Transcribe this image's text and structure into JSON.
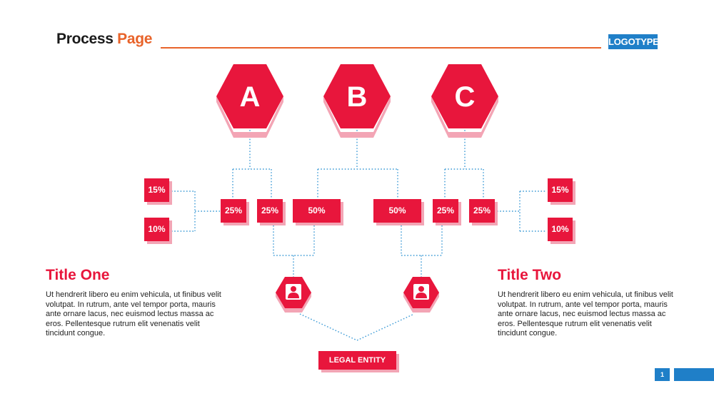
{
  "header": {
    "title_main": "Process",
    "title_accent": "Page",
    "logo": "LOGOTYPE"
  },
  "colors": {
    "accent_red": "#e8163c",
    "shadow_pink": "#f3a5b5",
    "header_orange": "#e8632a",
    "brand_blue": "#1f7fc8",
    "connector_blue": "#3d9bd6"
  },
  "diagram": {
    "hexagons": [
      "A",
      "B",
      "C"
    ],
    "left_outer": [
      "15%",
      "10%"
    ],
    "left_pair": [
      "25%",
      "25%"
    ],
    "left_center": "50%",
    "right_center": "50%",
    "right_pair": [
      "25%",
      "25%"
    ],
    "right_outer": [
      "15%",
      "10%"
    ],
    "entity_icons": [
      "user-icon",
      "user-icon"
    ],
    "legal_entity": "LEGAL ENTITY"
  },
  "sections": [
    {
      "title": "Title One",
      "body": "Ut hendrerit libero eu enim vehicula, ut finibus velit volutpat. In rutrum, ante vel tempor porta, mauris ante ornare lacus, nec euismod lectus massa ac eros. Pellentesque rutrum elit venenatis velit tincidunt congue."
    },
    {
      "title": "Title Two",
      "body": "Ut hendrerit libero eu enim vehicula, ut finibus velit volutpat. In rutrum, ante vel tempor porta, mauris ante ornare lacus, nec euismod lectus massa ac eros. Pellentesque rutrum elit venenatis velit tincidunt congue."
    }
  ],
  "footer": {
    "page_number": "1"
  }
}
